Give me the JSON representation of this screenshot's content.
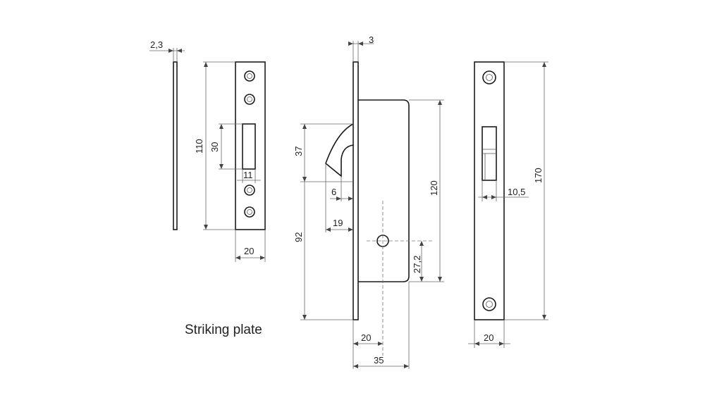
{
  "caption": "Striking plate",
  "dimensions": {
    "plate_thickness": "2,3",
    "plate_height": "110",
    "plate_slot_height": "30",
    "plate_slot_width": "11",
    "plate_width": "20",
    "lock_face_thickness": "3",
    "hook_height": "37",
    "hook_throw": "6",
    "backset_hook": "19",
    "case_height": "120",
    "bottom_to_hook": "92",
    "spindle_height": "27,2",
    "face_to_spindle": "20",
    "case_depth": "35",
    "faceplate_height": "170",
    "faceplate_slot": "10,5",
    "faceplate_width": "20"
  }
}
